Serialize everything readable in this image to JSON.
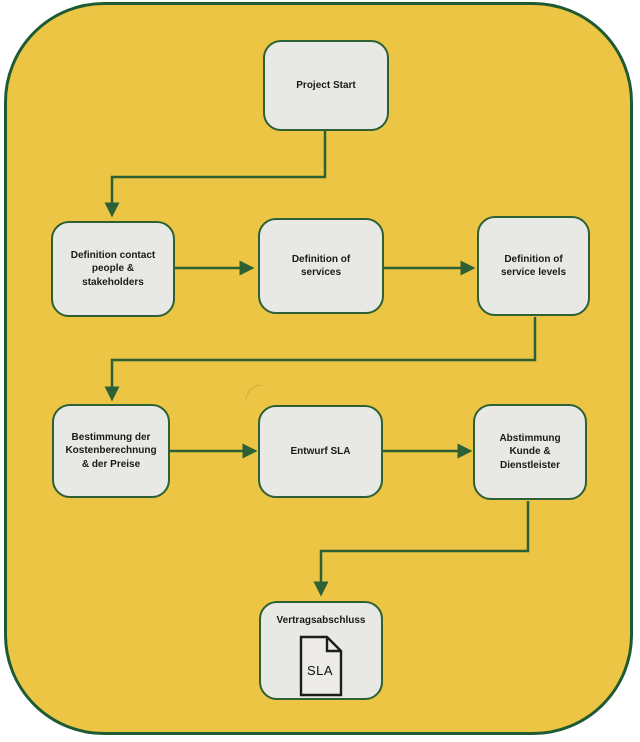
{
  "diagram": {
    "title": "SLA process flowchart",
    "colors": {
      "board_background": "#ECC544",
      "board_border": "#1E5A33",
      "connector": "#2D6135",
      "node_fill": "#E8E8E5",
      "node_border": "#2D6135",
      "node_text": "#1A1A1A"
    },
    "nodes": [
      {
        "id": "project-start",
        "label": "Project Start"
      },
      {
        "id": "definition-contact",
        "label": "Definition contact\npeople &\nstakeholders"
      },
      {
        "id": "definition-services",
        "label": "Definition of\nservices"
      },
      {
        "id": "definition-service-levels",
        "label": "Definition of\nservice levels"
      },
      {
        "id": "bestimmung-kosten",
        "label": "Bestimmung der\nKostenberechnung\n& der Preise"
      },
      {
        "id": "entwurf-sla",
        "label": "Entwurf SLA"
      },
      {
        "id": "abstimmung",
        "label": "Abstimmung\nKunde &\nDienstleister"
      },
      {
        "id": "vertragsabschluss",
        "label": "Vertragsabschluss",
        "icon": "sla-document-icon",
        "icon_label": "SLA"
      }
    ],
    "edges": [
      {
        "from": "project-start",
        "to": "definition-contact"
      },
      {
        "from": "definition-contact",
        "to": "definition-services"
      },
      {
        "from": "definition-services",
        "to": "definition-service-levels"
      },
      {
        "from": "definition-service-levels",
        "to": "bestimmung-kosten"
      },
      {
        "from": "bestimmung-kosten",
        "to": "entwurf-sla"
      },
      {
        "from": "entwurf-sla",
        "to": "abstimmung"
      },
      {
        "from": "abstimmung",
        "to": "vertragsabschluss"
      }
    ]
  }
}
